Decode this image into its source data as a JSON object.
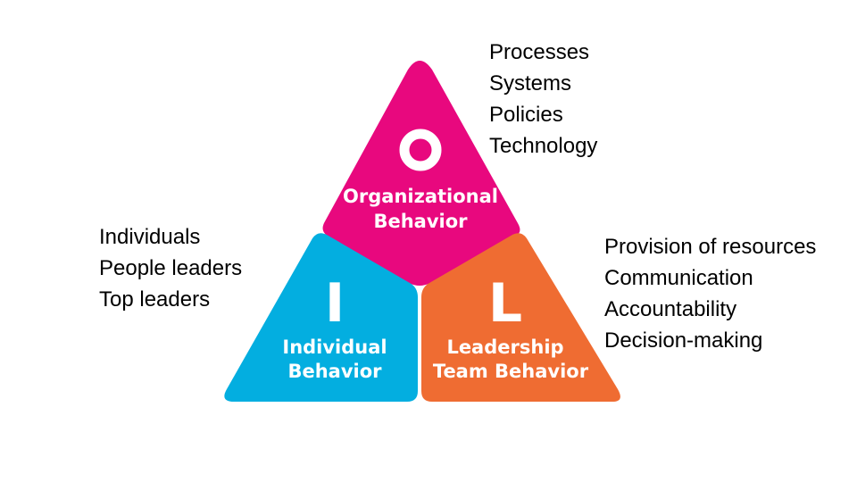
{
  "colors": {
    "organizational": "#E8087E",
    "individual": "#03AEE0",
    "leadership": "#EF6C32",
    "text": "#000000",
    "segment_text": "#FFFFFF"
  },
  "segments": {
    "organizational": {
      "letter": "O",
      "label_line1": "Organizational",
      "label_line2": "Behavior",
      "items": [
        "Processes",
        "Systems",
        "Policies",
        "Technology"
      ]
    },
    "individual": {
      "letter": "I",
      "label_line1": "Individual",
      "label_line2": "Behavior",
      "items": [
        "Individuals",
        "People leaders",
        "Top leaders"
      ]
    },
    "leadership": {
      "letter": "L",
      "label_line1": "Leadership",
      "label_line2": "Team Behavior",
      "items": [
        "Provision of resources",
        "Communication",
        "Accountability",
        "Decision-making"
      ]
    }
  }
}
